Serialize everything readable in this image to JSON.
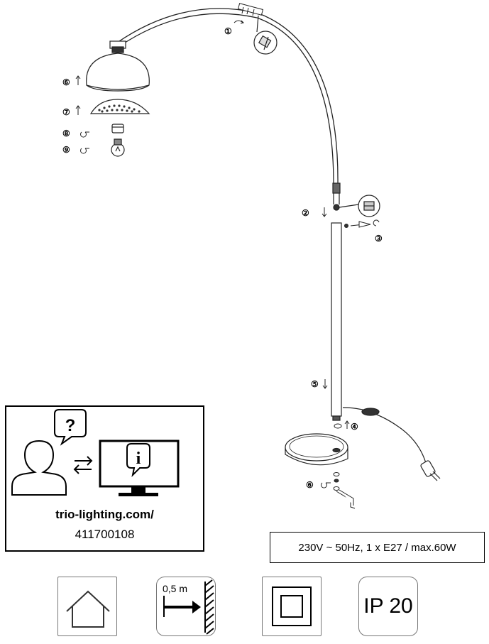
{
  "steps": [
    "①",
    "②",
    "③",
    "④",
    "⑤",
    "⑥",
    "⑦",
    "⑧",
    "⑨",
    "⑥"
  ],
  "info": {
    "url": "trio-lighting.com/",
    "article_number": "411700108",
    "question_mark": "?",
    "info_letter": "i"
  },
  "spec": {
    "text": "230V ~ 50Hz, 1 x E27 / max.60W"
  },
  "symbols": {
    "distance": "0,5 m",
    "ip_rating": "IP 20",
    "indoor_icon": "house-icon",
    "class2_icon": "double-square-icon"
  }
}
